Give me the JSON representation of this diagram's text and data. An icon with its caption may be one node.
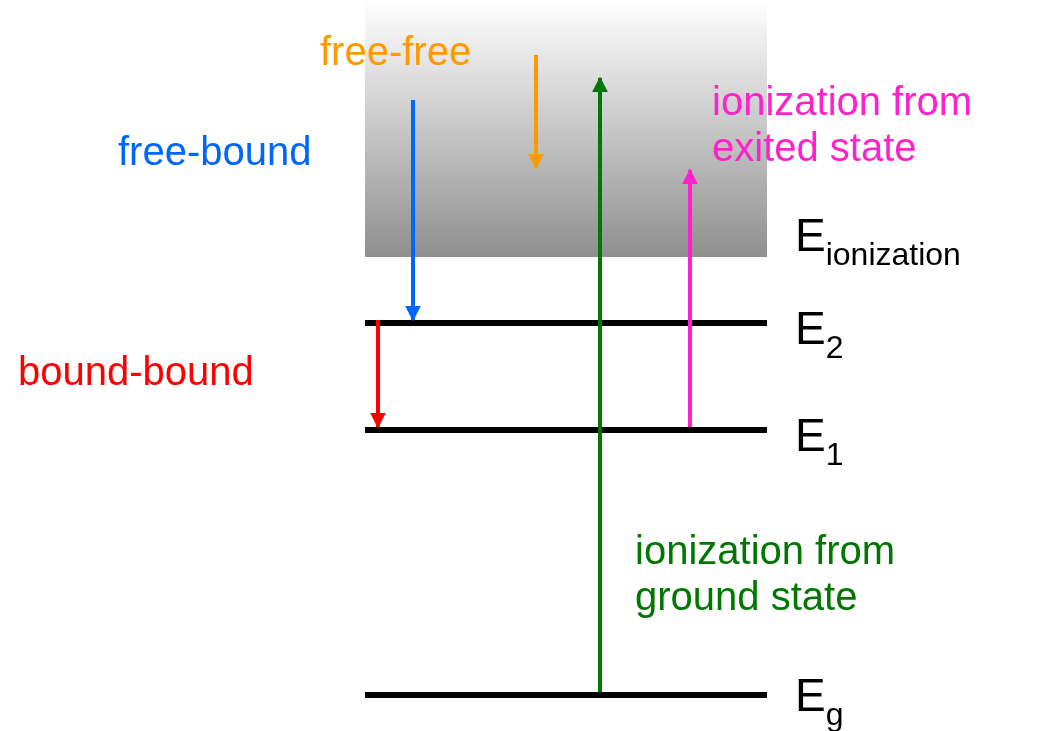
{
  "diagram": {
    "nodes": [
      {
        "text": [],
        "shape": "box",
        "beside": [
          "E$_{ionization}$"
        ]
      },
      {
        "text": [],
        "shape": "bar",
        "beside": [
          "E$_{2}$"
        ]
      },
      {
        "text": [],
        "shape": "bar",
        "beside": [
          "E$_{1}$"
        ]
      },
      {
        "text": [],
        "shape": "bar",
        "beside": [
          "E$_{g}$"
        ]
      }
    ],
    "edges": [
      {
        "from": 0,
        "to": 0,
        "arrow": "to",
        "label": "free-free",
        "color": "#ff9900"
      },
      {
        "from": 0,
        "to": 1,
        "arrow": "to",
        "label": "free-bound",
        "color": "#0066ff"
      },
      {
        "from": 1,
        "to": 2,
        "arrow": "to",
        "label": "bound-bound",
        "color": "#ff0000"
      },
      {
        "from": 3,
        "to": 0,
        "arrow": "to",
        "label": "ionization from ground state",
        "color": "#007700"
      },
      {
        "from": 2,
        "to": 0,
        "arrow": "to",
        "label": "ionization from exited state",
        "color": "#ff22cc"
      }
    ]
  }
}
